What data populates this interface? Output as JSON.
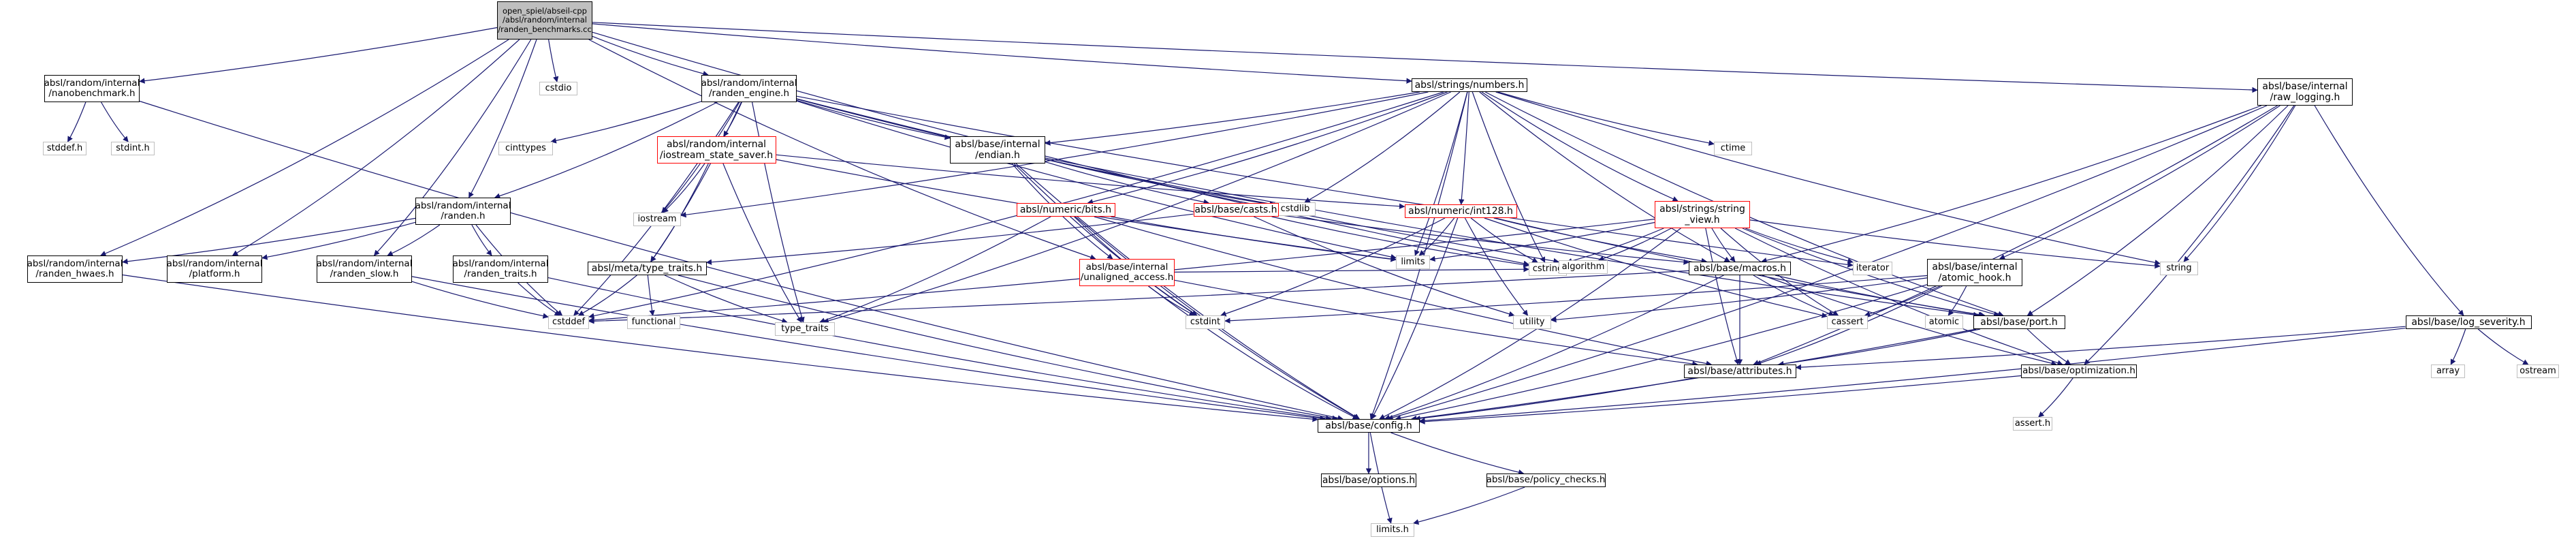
{
  "graph": {
    "nodes": [
      {
        "id": "root",
        "label": "open_spiel/abseil-cpp\n/absl/random/internal\n/randen_benchmarks.cc",
        "kind": "root"
      },
      {
        "id": "nano",
        "label": "absl/random/internal\n/nanobenchmark.h",
        "kind": "doc"
      },
      {
        "id": "cstdio",
        "label": "cstdio",
        "kind": "sys"
      },
      {
        "id": "engine",
        "label": "absl/random/internal\n/randen_engine.h",
        "kind": "doc"
      },
      {
        "id": "numbers",
        "label": "absl/strings/numbers.h",
        "kind": "doc"
      },
      {
        "id": "rawlog",
        "label": "absl/base/internal\n/raw_logging.h",
        "kind": "doc"
      },
      {
        "id": "stddef",
        "label": "stddef.h",
        "kind": "sys"
      },
      {
        "id": "stdint",
        "label": "stdint.h",
        "kind": "sys"
      },
      {
        "id": "cinttypes",
        "label": "cinttypes",
        "kind": "sys"
      },
      {
        "id": "iss",
        "label": "absl/random/internal\n/iostream_state_saver.h",
        "kind": "red"
      },
      {
        "id": "endian",
        "label": "absl/base/internal\n/endian.h",
        "kind": "doc"
      },
      {
        "id": "ctime",
        "label": "ctime",
        "kind": "sys"
      },
      {
        "id": "iostream",
        "label": "iostream",
        "kind": "sys"
      },
      {
        "id": "cstdlib",
        "label": "cstdlib",
        "kind": "sys"
      },
      {
        "id": "randen",
        "label": "absl/random/internal\n/randen.h",
        "kind": "doc"
      },
      {
        "id": "bits",
        "label": "absl/numeric/bits.h",
        "kind": "red"
      },
      {
        "id": "casts",
        "label": "absl/base/casts.h",
        "kind": "red"
      },
      {
        "id": "int128",
        "label": "absl/numeric/int128.h",
        "kind": "red"
      },
      {
        "id": "sview",
        "label": "absl/strings/string\n_view.h",
        "kind": "red"
      },
      {
        "id": "hwaes",
        "label": "absl/random/internal\n/randen_hwaes.h",
        "kind": "doc"
      },
      {
        "id": "platform",
        "label": "absl/random/internal\n/platform.h",
        "kind": "doc"
      },
      {
        "id": "slow",
        "label": "absl/random/internal\n/randen_slow.h",
        "kind": "doc"
      },
      {
        "id": "traits",
        "label": "absl/random/internal\n/randen_traits.h",
        "kind": "doc"
      },
      {
        "id": "typetraits",
        "label": "absl/meta/type_traits.h",
        "kind": "doc"
      },
      {
        "id": "unaligned",
        "label": "absl/base/internal\n/unaligned_access.h",
        "kind": "red"
      },
      {
        "id": "limits",
        "label": "limits",
        "kind": "sys"
      },
      {
        "id": "cstring",
        "label": "cstring",
        "kind": "sys"
      },
      {
        "id": "algorithm",
        "label": "algorithm",
        "kind": "sys"
      },
      {
        "id": "macros",
        "label": "absl/base/macros.h",
        "kind": "doc"
      },
      {
        "id": "iterator",
        "label": "iterator",
        "kind": "sys"
      },
      {
        "id": "atomichook",
        "label": "absl/base/internal\n/atomic_hook.h",
        "kind": "doc"
      },
      {
        "id": "string",
        "label": "string",
        "kind": "sys"
      },
      {
        "id": "cstddef",
        "label": "cstddef",
        "kind": "sys"
      },
      {
        "id": "functional",
        "label": "functional",
        "kind": "sys"
      },
      {
        "id": "type_traits",
        "label": "type_traits",
        "kind": "sys"
      },
      {
        "id": "cstdint",
        "label": "cstdint",
        "kind": "sys"
      },
      {
        "id": "utility",
        "label": "utility",
        "kind": "sys"
      },
      {
        "id": "cassert",
        "label": "cassert",
        "kind": "sys"
      },
      {
        "id": "atomic",
        "label": "atomic",
        "kind": "sys"
      },
      {
        "id": "port",
        "label": "absl/base/port.h",
        "kind": "doc"
      },
      {
        "id": "logsev",
        "label": "absl/base/log_severity.h",
        "kind": "doc"
      },
      {
        "id": "attributes",
        "label": "absl/base/attributes.h",
        "kind": "doc"
      },
      {
        "id": "optimization",
        "label": "absl/base/optimization.h",
        "kind": "doc"
      },
      {
        "id": "array",
        "label": "array",
        "kind": "sys"
      },
      {
        "id": "ostream",
        "label": "ostream",
        "kind": "sys"
      },
      {
        "id": "config",
        "label": "absl/base/config.h",
        "kind": "doc"
      },
      {
        "id": "asserth",
        "label": "assert.h",
        "kind": "sys"
      },
      {
        "id": "options",
        "label": "absl/base/options.h",
        "kind": "doc"
      },
      {
        "id": "policy",
        "label": "absl/base/policy_checks.h",
        "kind": "doc"
      },
      {
        "id": "limitsh",
        "label": "limits.h",
        "kind": "sys"
      }
    ],
    "edges": [
      [
        "root",
        "nano"
      ],
      [
        "root",
        "cstdio"
      ],
      [
        "root",
        "engine"
      ],
      [
        "root",
        "numbers"
      ],
      [
        "root",
        "rawlog"
      ],
      [
        "root",
        "hwaes"
      ],
      [
        "root",
        "platform"
      ],
      [
        "root",
        "slow"
      ],
      [
        "root",
        "randen"
      ],
      [
        "root",
        "unaligned"
      ],
      [
        "root",
        "cstring"
      ],
      [
        "nano",
        "stddef"
      ],
      [
        "nano",
        "stdint"
      ],
      [
        "nano",
        "config"
      ],
      [
        "engine",
        "cinttypes"
      ],
      [
        "engine",
        "iss"
      ],
      [
        "engine",
        "endian"
      ],
      [
        "engine",
        "randen"
      ],
      [
        "engine",
        "iostream"
      ],
      [
        "engine",
        "cstdlib"
      ],
      [
        "engine",
        "limits"
      ],
      [
        "engine",
        "typetraits"
      ],
      [
        "engine",
        "type_traits"
      ],
      [
        "engine",
        "iterator"
      ],
      [
        "engine",
        "algorithm"
      ],
      [
        "engine",
        "cstddef"
      ],
      [
        "iss",
        "iostream"
      ],
      [
        "iss",
        "int128"
      ],
      [
        "iss",
        "typetraits"
      ],
      [
        "iss",
        "type_traits"
      ],
      [
        "iss",
        "limits"
      ],
      [
        "endian",
        "casts"
      ],
      [
        "endian",
        "port"
      ],
      [
        "endian",
        "cstdint"
      ],
      [
        "endian",
        "config"
      ],
      [
        "endian",
        "cstdlib"
      ],
      [
        "endian",
        "unaligned"
      ],
      [
        "numbers",
        "ctime"
      ],
      [
        "numbers",
        "bits"
      ],
      [
        "numbers",
        "int128"
      ],
      [
        "numbers",
        "sview"
      ],
      [
        "numbers",
        "endian"
      ],
      [
        "numbers",
        "iostream"
      ],
      [
        "numbers",
        "cstdlib"
      ],
      [
        "numbers",
        "limits"
      ],
      [
        "numbers",
        "cstring"
      ],
      [
        "numbers",
        "string"
      ],
      [
        "numbers",
        "type_traits"
      ],
      [
        "numbers",
        "port"
      ],
      [
        "numbers",
        "config"
      ],
      [
        "numbers",
        "macros"
      ],
      [
        "numbers",
        "cstddef"
      ],
      [
        "randen",
        "hwaes"
      ],
      [
        "randen",
        "platform"
      ],
      [
        "randen",
        "slow"
      ],
      [
        "randen",
        "traits"
      ],
      [
        "randen",
        "cstddef"
      ],
      [
        "bits",
        "limits"
      ],
      [
        "bits",
        "type_traits"
      ],
      [
        "bits",
        "attributes"
      ],
      [
        "bits",
        "config"
      ],
      [
        "bits",
        "cstdint"
      ],
      [
        "casts",
        "cstring"
      ],
      [
        "casts",
        "typetraits"
      ],
      [
        "casts",
        "utility"
      ],
      [
        "casts",
        "macros"
      ],
      [
        "int128",
        "cstdint"
      ],
      [
        "int128",
        "cstring"
      ],
      [
        "int128",
        "iosfwd"
      ],
      [
        "int128",
        "limits"
      ],
      [
        "int128",
        "utility"
      ],
      [
        "int128",
        "config"
      ],
      [
        "int128",
        "macros"
      ],
      [
        "int128",
        "port"
      ],
      [
        "int128",
        "cassert"
      ],
      [
        "sview",
        "algorithm"
      ],
      [
        "sview",
        "cassert"
      ],
      [
        "sview",
        "cstddef"
      ],
      [
        "sview",
        "cstring"
      ],
      [
        "sview",
        "iterator"
      ],
      [
        "sview",
        "limits"
      ],
      [
        "sview",
        "string"
      ],
      [
        "sview",
        "config"
      ],
      [
        "sview",
        "macros"
      ],
      [
        "sview",
        "port"
      ],
      [
        "sview",
        "attributes"
      ],
      [
        "sview",
        "optimization"
      ],
      [
        "hwaes",
        "config"
      ],
      [
        "slow",
        "cstddef"
      ],
      [
        "slow",
        "config"
      ],
      [
        "traits",
        "cstddef"
      ],
      [
        "traits",
        "config"
      ],
      [
        "typetraits",
        "cstddef"
      ],
      [
        "typetraits",
        "functional"
      ],
      [
        "typetraits",
        "type_traits"
      ],
      [
        "typetraits",
        "config"
      ],
      [
        "unaligned",
        "cstdint"
      ],
      [
        "unaligned",
        "cstring"
      ],
      [
        "unaligned",
        "attributes"
      ],
      [
        "unaligned",
        "config"
      ],
      [
        "macros",
        "cassert"
      ],
      [
        "macros",
        "cstddef"
      ],
      [
        "macros",
        "attributes"
      ],
      [
        "macros",
        "optimization"
      ],
      [
        "macros",
        "port"
      ],
      [
        "macros",
        "config"
      ],
      [
        "rawlog",
        "string"
      ],
      [
        "rawlog",
        "atomichook"
      ],
      [
        "rawlog",
        "logsev"
      ],
      [
        "rawlog",
        "macros"
      ],
      [
        "rawlog",
        "optimization"
      ],
      [
        "rawlog",
        "port"
      ],
      [
        "rawlog",
        "attributes"
      ],
      [
        "rawlog",
        "config"
      ],
      [
        "atomichook",
        "atomic"
      ],
      [
        "atomichook",
        "cassert"
      ],
      [
        "atomichook",
        "cstdint"
      ],
      [
        "atomichook",
        "utility"
      ],
      [
        "atomichook",
        "attributes"
      ],
      [
        "atomichook",
        "config"
      ],
      [
        "port",
        "attributes"
      ],
      [
        "port",
        "optimization"
      ],
      [
        "port",
        "config"
      ],
      [
        "logsev",
        "array"
      ],
      [
        "logsev",
        "ostream"
      ],
      [
        "logsev",
        "attributes"
      ],
      [
        "logsev",
        "config"
      ],
      [
        "attributes",
        "config"
      ],
      [
        "optimization",
        "asserth"
      ],
      [
        "optimization",
        "config"
      ],
      [
        "config",
        "options"
      ],
      [
        "config",
        "policy"
      ],
      [
        "config",
        "limitsh"
      ],
      [
        "policy",
        "limitsh"
      ]
    ]
  }
}
